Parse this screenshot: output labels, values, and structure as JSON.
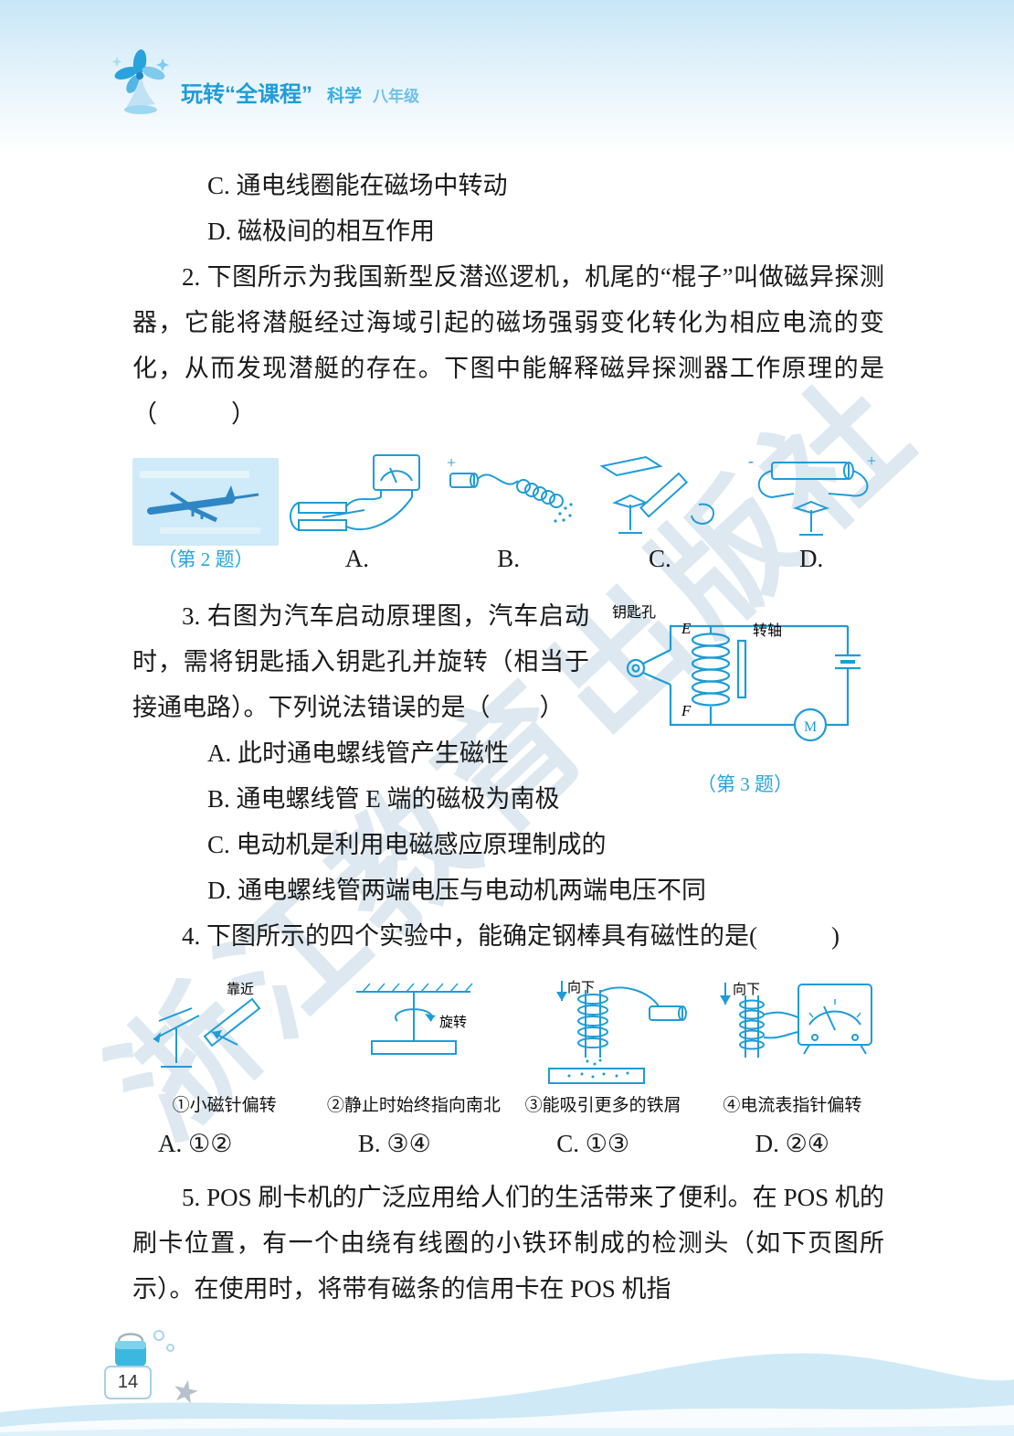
{
  "header": {
    "brand": "玩转“全课程”",
    "subject": "科学",
    "grade": "八年级"
  },
  "watermark": {
    "text": "浙江教育出版社"
  },
  "q1": {
    "optionC": "C. 通电线圈能在磁场中转动",
    "optionD": "D. 磁极间的相互作用"
  },
  "q2": {
    "text": "2. 下图所示为我国新型反潜巡逻机，机尾的“棍子”叫做磁异探测器，它能将潜艇经过海域引起的磁场强弱变化转化为相应电流的变化，从而发现潜艇的存在。下图中能解释磁异探测器工作原理的是（　　　）",
    "caption": "（第 2 题）",
    "labels": [
      "A.",
      "B.",
      "C.",
      "D."
    ],
    "signs": {
      "b_plus": "+",
      "d_minus": "-",
      "d_plus": "+"
    }
  },
  "q3": {
    "text": "3. 右图为汽车启动原理图，汽车启动时，需将钥匙插入钥匙孔并旋转（相当于接通电路）。下列说法错误的是（　　）",
    "caption": "（第 3 题）",
    "fig": {
      "keyhole": "钥匙孔",
      "e": "E",
      "f": "F",
      "shaft": "转轴",
      "motor": "M"
    },
    "optionA": "A. 此时通电螺线管产生磁性",
    "optionB": "B. 通电螺线管 E 端的磁极为南极",
    "optionC": "C. 电动机是利用电磁感应原理制成的",
    "optionD": "D. 通电螺线管两端电压与电动机两端电压不同"
  },
  "q4": {
    "text": "4. 下图所示的四个实验中，能确定钢棒具有磁性的是(　　　)",
    "figs": [
      {
        "label": "靠近",
        "caption": "①小磁针偏转"
      },
      {
        "label": "旋转",
        "caption": "②静止时始终指向南北"
      },
      {
        "label": "向下",
        "caption": "③能吸引更多的铁屑"
      },
      {
        "label": "向下",
        "caption": "④电流表指针偏转"
      }
    ],
    "choices": [
      "A. ①②",
      "B. ③④",
      "C. ①③",
      "D. ②④"
    ]
  },
  "q5": {
    "text": "5. POS 刷卡机的广泛应用给人们的生活带来了便利。在 POS 机的刷卡位置，有一个由绕有线圈的小铁环制成的检测头（如下页图所示）。在使用时，将带有磁条的信用卡在 POS 机指"
  },
  "footer": {
    "page_number": "14"
  }
}
